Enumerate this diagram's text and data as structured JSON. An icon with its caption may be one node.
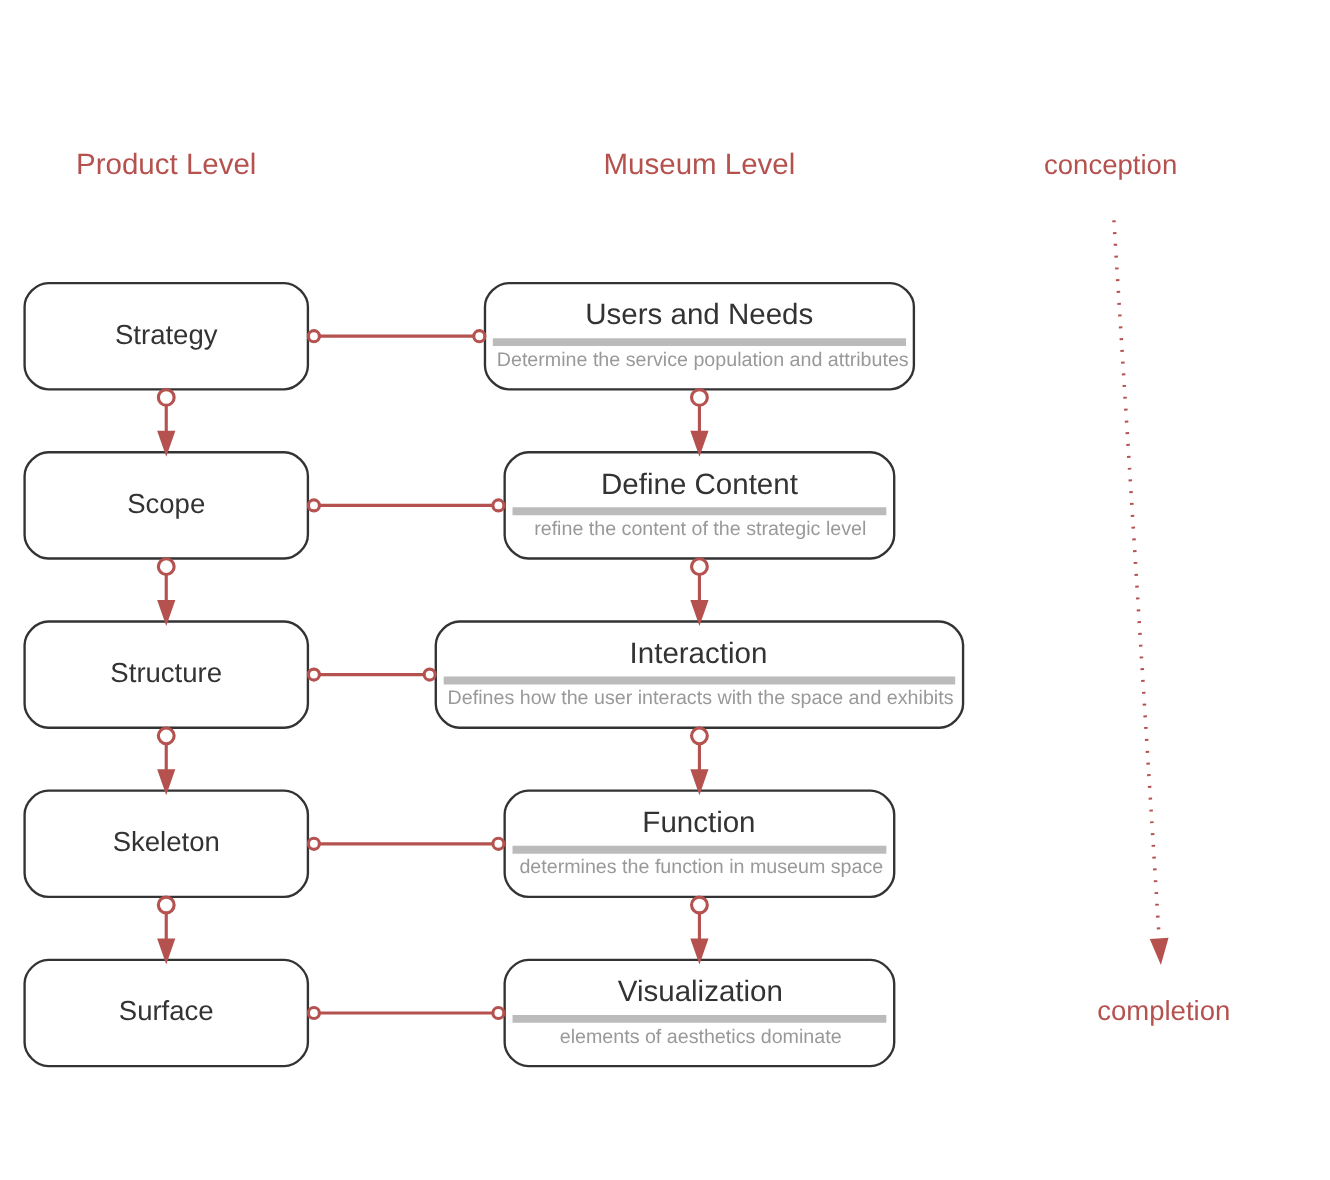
{
  "diagram": {
    "nodes": [
      {
        "text": [
          "Strategy"
        ]
      },
      {
        "text": [
          "Users and Needs",
          "Determine the service population and attributes"
        ]
      },
      {
        "text": [
          "Scope"
        ]
      },
      {
        "text": [
          "Define Content",
          "refine the content of the strategic level"
        ]
      },
      {
        "text": [
          "Structure"
        ]
      },
      {
        "text": [
          "Interaction",
          "Defines how the user interacts with the space and exhibits"
        ]
      },
      {
        "text": [
          "Skeleton"
        ]
      },
      {
        "text": [
          "Function",
          "determines the function in museum space"
        ]
      },
      {
        "text": [
          "Surface"
        ]
      },
      {
        "text": [
          "Visualization",
          "elements of aesthetics dominate"
        ]
      },
      {
        "text": [
          "conception"
        ]
      },
      {
        "text": [
          "completion"
        ]
      }
    ],
    "edges": [
      {
        "from": 0,
        "to": 1,
        "arrow": "other"
      },
      {
        "from": 0,
        "to": 2,
        "arrow": "to"
      },
      {
        "from": 1,
        "to": 3,
        "arrow": "to"
      },
      {
        "from": 2,
        "to": 3,
        "arrow": "other"
      },
      {
        "from": 2,
        "to": 4,
        "arrow": "to"
      },
      {
        "from": 3,
        "to": 5,
        "arrow": "to"
      },
      {
        "from": 4,
        "to": 5,
        "arrow": "other"
      },
      {
        "from": 4,
        "to": 6,
        "arrow": "to"
      },
      {
        "from": 5,
        "to": 7,
        "arrow": "to"
      },
      {
        "from": 6,
        "to": 7,
        "arrow": "other"
      },
      {
        "from": 6,
        "to": 8,
        "arrow": "to"
      },
      {
        "from": 7,
        "to": 9,
        "arrow": "to"
      },
      {
        "from": 8,
        "to": 9,
        "arrow": "other"
      },
      {
        "from": 10,
        "to": 11,
        "arrow": "to",
        "style": "dashed"
      }
    ],
    "labels": [
      "Product Level",
      "Museum Level"
    ]
  }
}
